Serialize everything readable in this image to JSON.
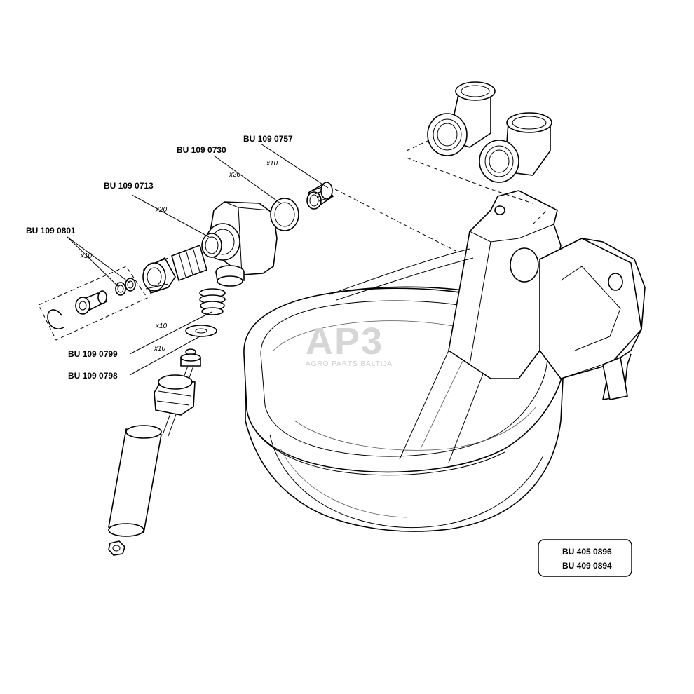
{
  "labels": {
    "bu_109_0757": "BU 109 0757",
    "bu_109_0730": "BU 109 0730",
    "bu_109_0713": "BU 109 0713",
    "bu_109_0801": "BU 109 0801",
    "bu_109_0799": "BU 109 0799",
    "bu_109_0798": "BU 109 0798"
  },
  "quantities": {
    "q_0757": "x10",
    "q_0730": "x20",
    "q_0713": "x20",
    "q_0801": "x10",
    "q_0799": "x10",
    "q_0798": "x10"
  },
  "reference_box": {
    "line1": "BU 405 0896",
    "line2": "BU 409 0894"
  },
  "watermark": {
    "logo": "AP3",
    "tagline": "AGRO PARTS BALTIJA"
  }
}
